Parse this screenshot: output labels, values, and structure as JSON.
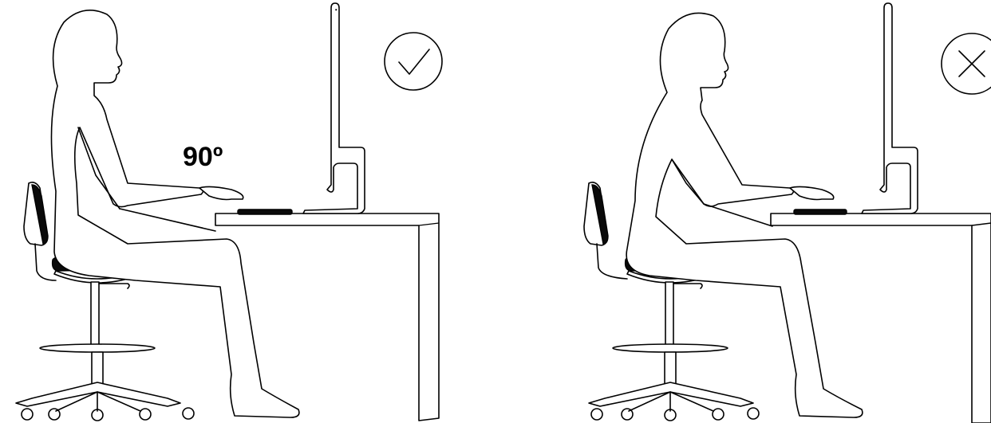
{
  "scenes": [
    {
      "id": "good-posture",
      "verdict": "correct",
      "angle_label": "90º"
    },
    {
      "id": "bad-posture",
      "verdict": "incorrect",
      "angle_label": ""
    }
  ],
  "colors": {
    "ink": "#000000",
    "background": "#ffffff",
    "cushion": "#0a0a0a"
  },
  "icons": {
    "correct": "check-circle-icon",
    "incorrect": "x-circle-icon"
  }
}
